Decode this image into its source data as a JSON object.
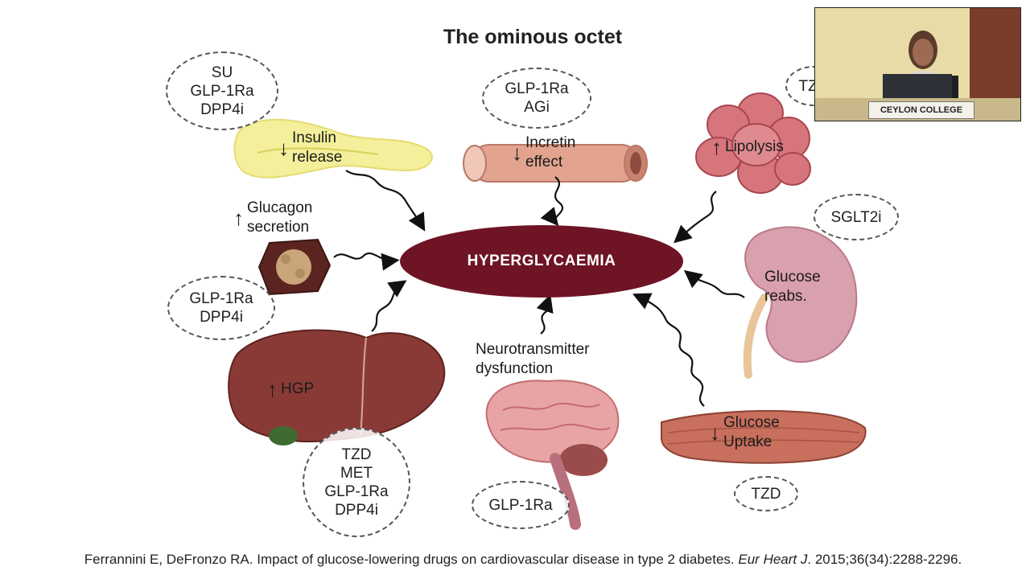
{
  "title": "The ominous octet",
  "center": "HYPERGLYCAEMIA",
  "organs": {
    "insulin_release": {
      "arrow": "down",
      "label": [
        "Insulin",
        "release"
      ]
    },
    "incretin_effect": {
      "arrow": "down",
      "label": [
        "Incretin",
        "effect"
      ]
    },
    "lipolysis": {
      "arrow": "up",
      "label": [
        "Lipolysis"
      ]
    },
    "glucagon_secretion": {
      "arrow": "up",
      "label": [
        "Glucagon",
        "secretion"
      ]
    },
    "glucose_reabs": {
      "arrow": "none",
      "label": [
        "Glucose",
        "reabs."
      ]
    },
    "hgp": {
      "arrow": "up",
      "label": [
        "HGP"
      ]
    },
    "neurotransmitter": {
      "arrow": "none",
      "label": [
        "Neurotransmitter",
        "dysfunction"
      ]
    },
    "glucose_uptake": {
      "arrow": "down",
      "label": [
        "Glucose",
        "Uptake"
      ]
    }
  },
  "drug_ovals": {
    "insulin": [
      "SU",
      "GLP-1Ra",
      "DPP4i"
    ],
    "incretin": [
      "GLP-1Ra",
      "AGi"
    ],
    "lipolysis": [
      "TZD"
    ],
    "kidney": [
      "SGLT2i"
    ],
    "glucagon": [
      "GLP-1Ra",
      "DPP4i"
    ],
    "liver": [
      "TZD",
      "MET",
      "GLP-1Ra",
      "DPP4i"
    ],
    "brain": [
      "GLP-1Ra"
    ],
    "muscle": [
      "TZD"
    ]
  },
  "arrow_symbols": {
    "up": "↑",
    "down": "↓",
    "none": ""
  },
  "citation": {
    "text": "Ferrannini E, DeFronzo RA. Impact of glucose-lowering drugs on cardiovascular disease in type 2 diabetes. ",
    "journal": "Eur Heart J",
    "details": ". 2015;36(34):2288-2296."
  },
  "webcam": {
    "sign": "CEYLON COLLEGE"
  },
  "colors": {
    "center": "#6e1425",
    "pancreas": "#f3ef9a",
    "intestine": "#e2a48f",
    "adipose": "#d7757d",
    "kidney": "#d9a0ae",
    "liver": "#8a3a36",
    "brain": "#e8a3a5",
    "muscle": "#c86f5e"
  }
}
